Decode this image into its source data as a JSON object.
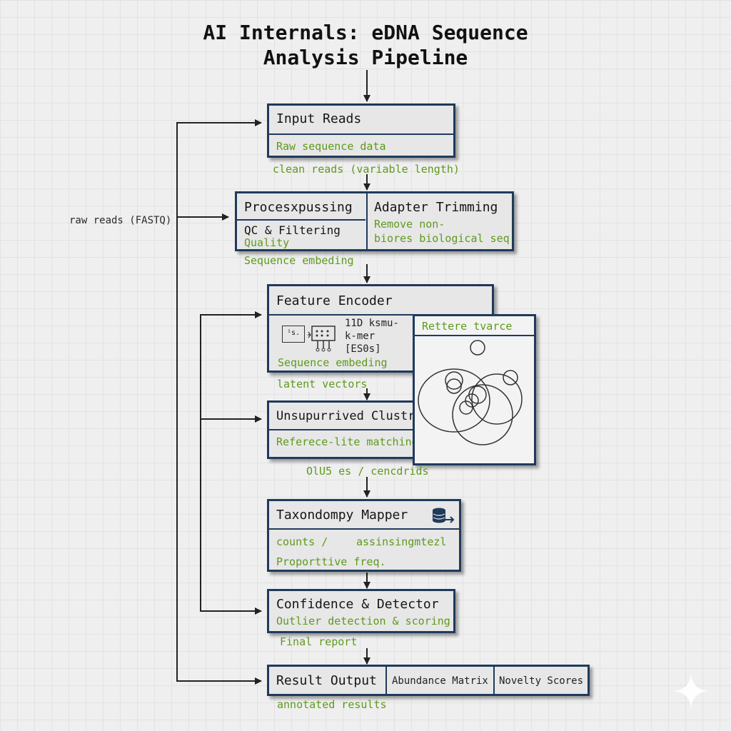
{
  "title": {
    "line1": "AI Internals: eDNA Sequence",
    "line2": "Analysis Pipeline"
  },
  "side_label": "raw reads (FASTQ)",
  "input_reads": {
    "title": "Input Reads",
    "subtitle": "Raw sequence data"
  },
  "edge_clean": "clean reads (variable length)",
  "processing": {
    "title": "Procesxpussing",
    "item1": "QC & Filtering",
    "item2": "Quality",
    "adapter_title": "Adapter Trimming",
    "adapter_line1": "Remove non-",
    "adapter_line2": "biores biological seq"
  },
  "edge_embed1": "Sequence embeding",
  "feature_encoder": {
    "title": "Feature Encoder",
    "icon1_text": "¹s.",
    "kmer_line1": "11D ksmu-",
    "kmer_line2": "k-mer",
    "kmer_line3": "[ES0s]",
    "subtitle": "Sequence embeding"
  },
  "reference_panel": {
    "title": "Rettere tvarce"
  },
  "edge_latent": "latent vectors",
  "clustering": {
    "title": "Unsupurrived Clustri",
    "subtitle": "Referece-lite matching"
  },
  "edge_centroids": "OlU5 es / cencdrids",
  "taxonomy": {
    "title": "Taxondompy Mapper",
    "line1a": "counts /",
    "line1b": "assinsingmtezl",
    "line2": "Proporttive freq."
  },
  "confidence": {
    "title": "Confidence & Detector",
    "subtitle": "Outlier detection & scoring"
  },
  "edge_final": "Final report",
  "result": {
    "title": "Result Output",
    "cell1": "Abundance Matrix",
    "cell2": "Novelty Scores"
  },
  "footer_label": "annotated results",
  "colors": {
    "box_border": "#1f3a5c",
    "accent_green": "#5e9a1c",
    "box_fill": "#e7e7e7"
  }
}
